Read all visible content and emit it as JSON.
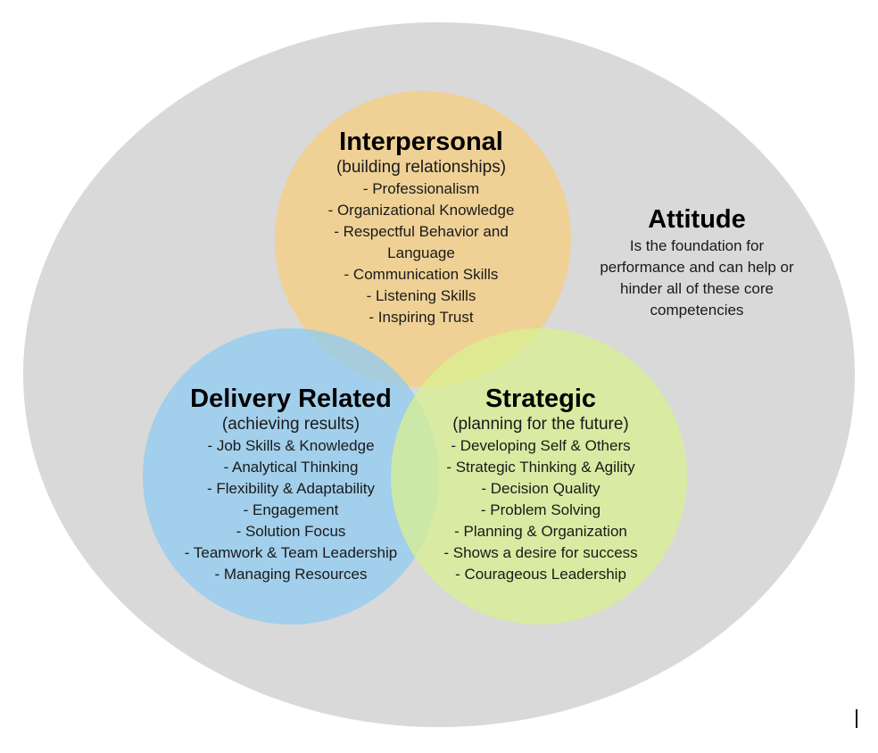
{
  "diagram": {
    "attitude": {
      "title": "Attitude",
      "description": "Is the foundation for performance and can help or hinder all of these core competencies",
      "color": "#d9d9d9"
    },
    "interpersonal": {
      "title": "Interpersonal",
      "subtitle": "(building relationships)",
      "color": "#f2cf8a",
      "items": [
        "- Professionalism",
        "- Organizational Knowledge",
        "- Respectful Behavior and Language",
        "- Communication Skills",
        "- Listening Skills",
        "- Inspiring Trust"
      ]
    },
    "delivery": {
      "title": "Delivery Related",
      "subtitle": "(achieving results)",
      "color": "#92ccef",
      "items": [
        "- Job Skills & Knowledge",
        "- Analytical Thinking",
        "- Flexibility & Adaptability",
        "- Engagement",
        "- Solution Focus",
        "- Teamwork & Team Leadership",
        "- Managing Resources"
      ]
    },
    "strategic": {
      "title": "Strategic",
      "subtitle": "(planning for the future)",
      "color": "#d8f08f",
      "items": [
        "- Developing Self & Others",
        "- Strategic Thinking & Agility",
        "- Decision Quality",
        "- Problem Solving",
        "- Planning & Organization",
        "- Shows a desire for success",
        "- Courageous Leadership"
      ]
    }
  }
}
